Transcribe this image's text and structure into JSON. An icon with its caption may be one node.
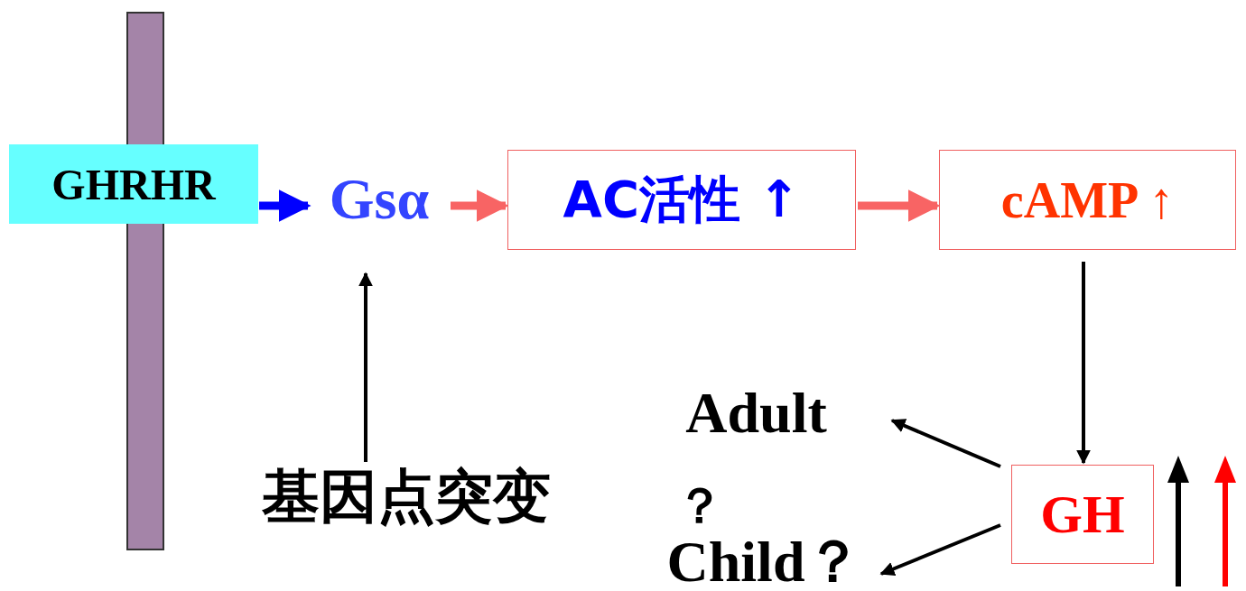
{
  "diagram": {
    "nodes": [
      {
        "text": [
          "GHRHR"
        ]
      },
      {
        "text": [
          "Gsα"
        ]
      },
      {
        "text": [
          "AC活性 ↑"
        ]
      },
      {
        "text": [
          "cAMP ↑"
        ]
      },
      {
        "text": [
          "GH"
        ]
      },
      {
        "text": [
          "Adult"
        ]
      },
      {
        "text": [
          "Child？"
        ]
      },
      {
        "text": [
          "基因点突变"
        ]
      }
    ],
    "edges": [
      {
        "from": 0,
        "to": 1,
        "arrow": "to",
        "style": "thick",
        "color": "#0000ff"
      },
      {
        "from": 1,
        "to": 2,
        "arrow": "to",
        "style": "thick",
        "color": "#f86464"
      },
      {
        "from": 2,
        "to": 3,
        "arrow": "to",
        "style": "thick",
        "color": "#f86464"
      },
      {
        "from": 3,
        "to": 4,
        "arrow": "to"
      },
      {
        "from": 4,
        "to": 5,
        "arrow": "to"
      },
      {
        "from": 4,
        "to": 6,
        "arrow": "to"
      },
      {
        "from": 7,
        "to": 1,
        "arrow": "to"
      }
    ],
    "labels": [
      "？"
    ]
  }
}
